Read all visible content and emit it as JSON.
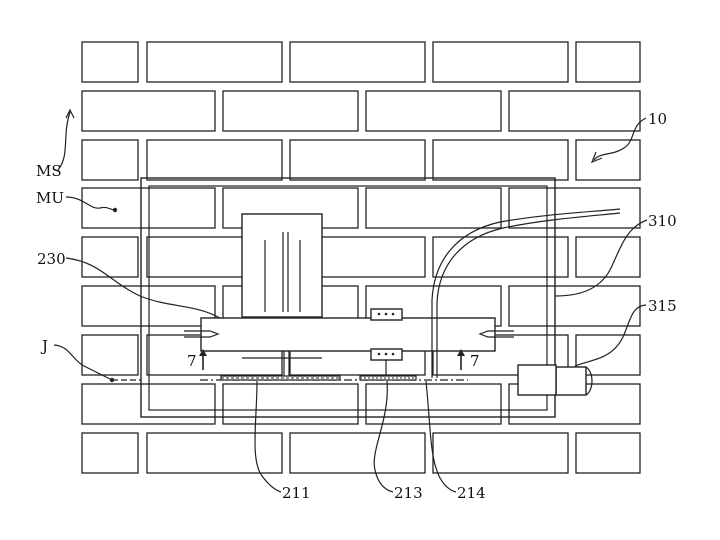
{
  "labels": {
    "ms": "MS",
    "mu": "MU",
    "j": "J",
    "l230": "230",
    "l10": "10",
    "l310": "310",
    "l315": "315",
    "l211": "211",
    "l213": "213",
    "l214": "214",
    "section_left": "7",
    "section_right": "7"
  },
  "colors": {
    "line": "#222222",
    "background": "#ffffff"
  }
}
